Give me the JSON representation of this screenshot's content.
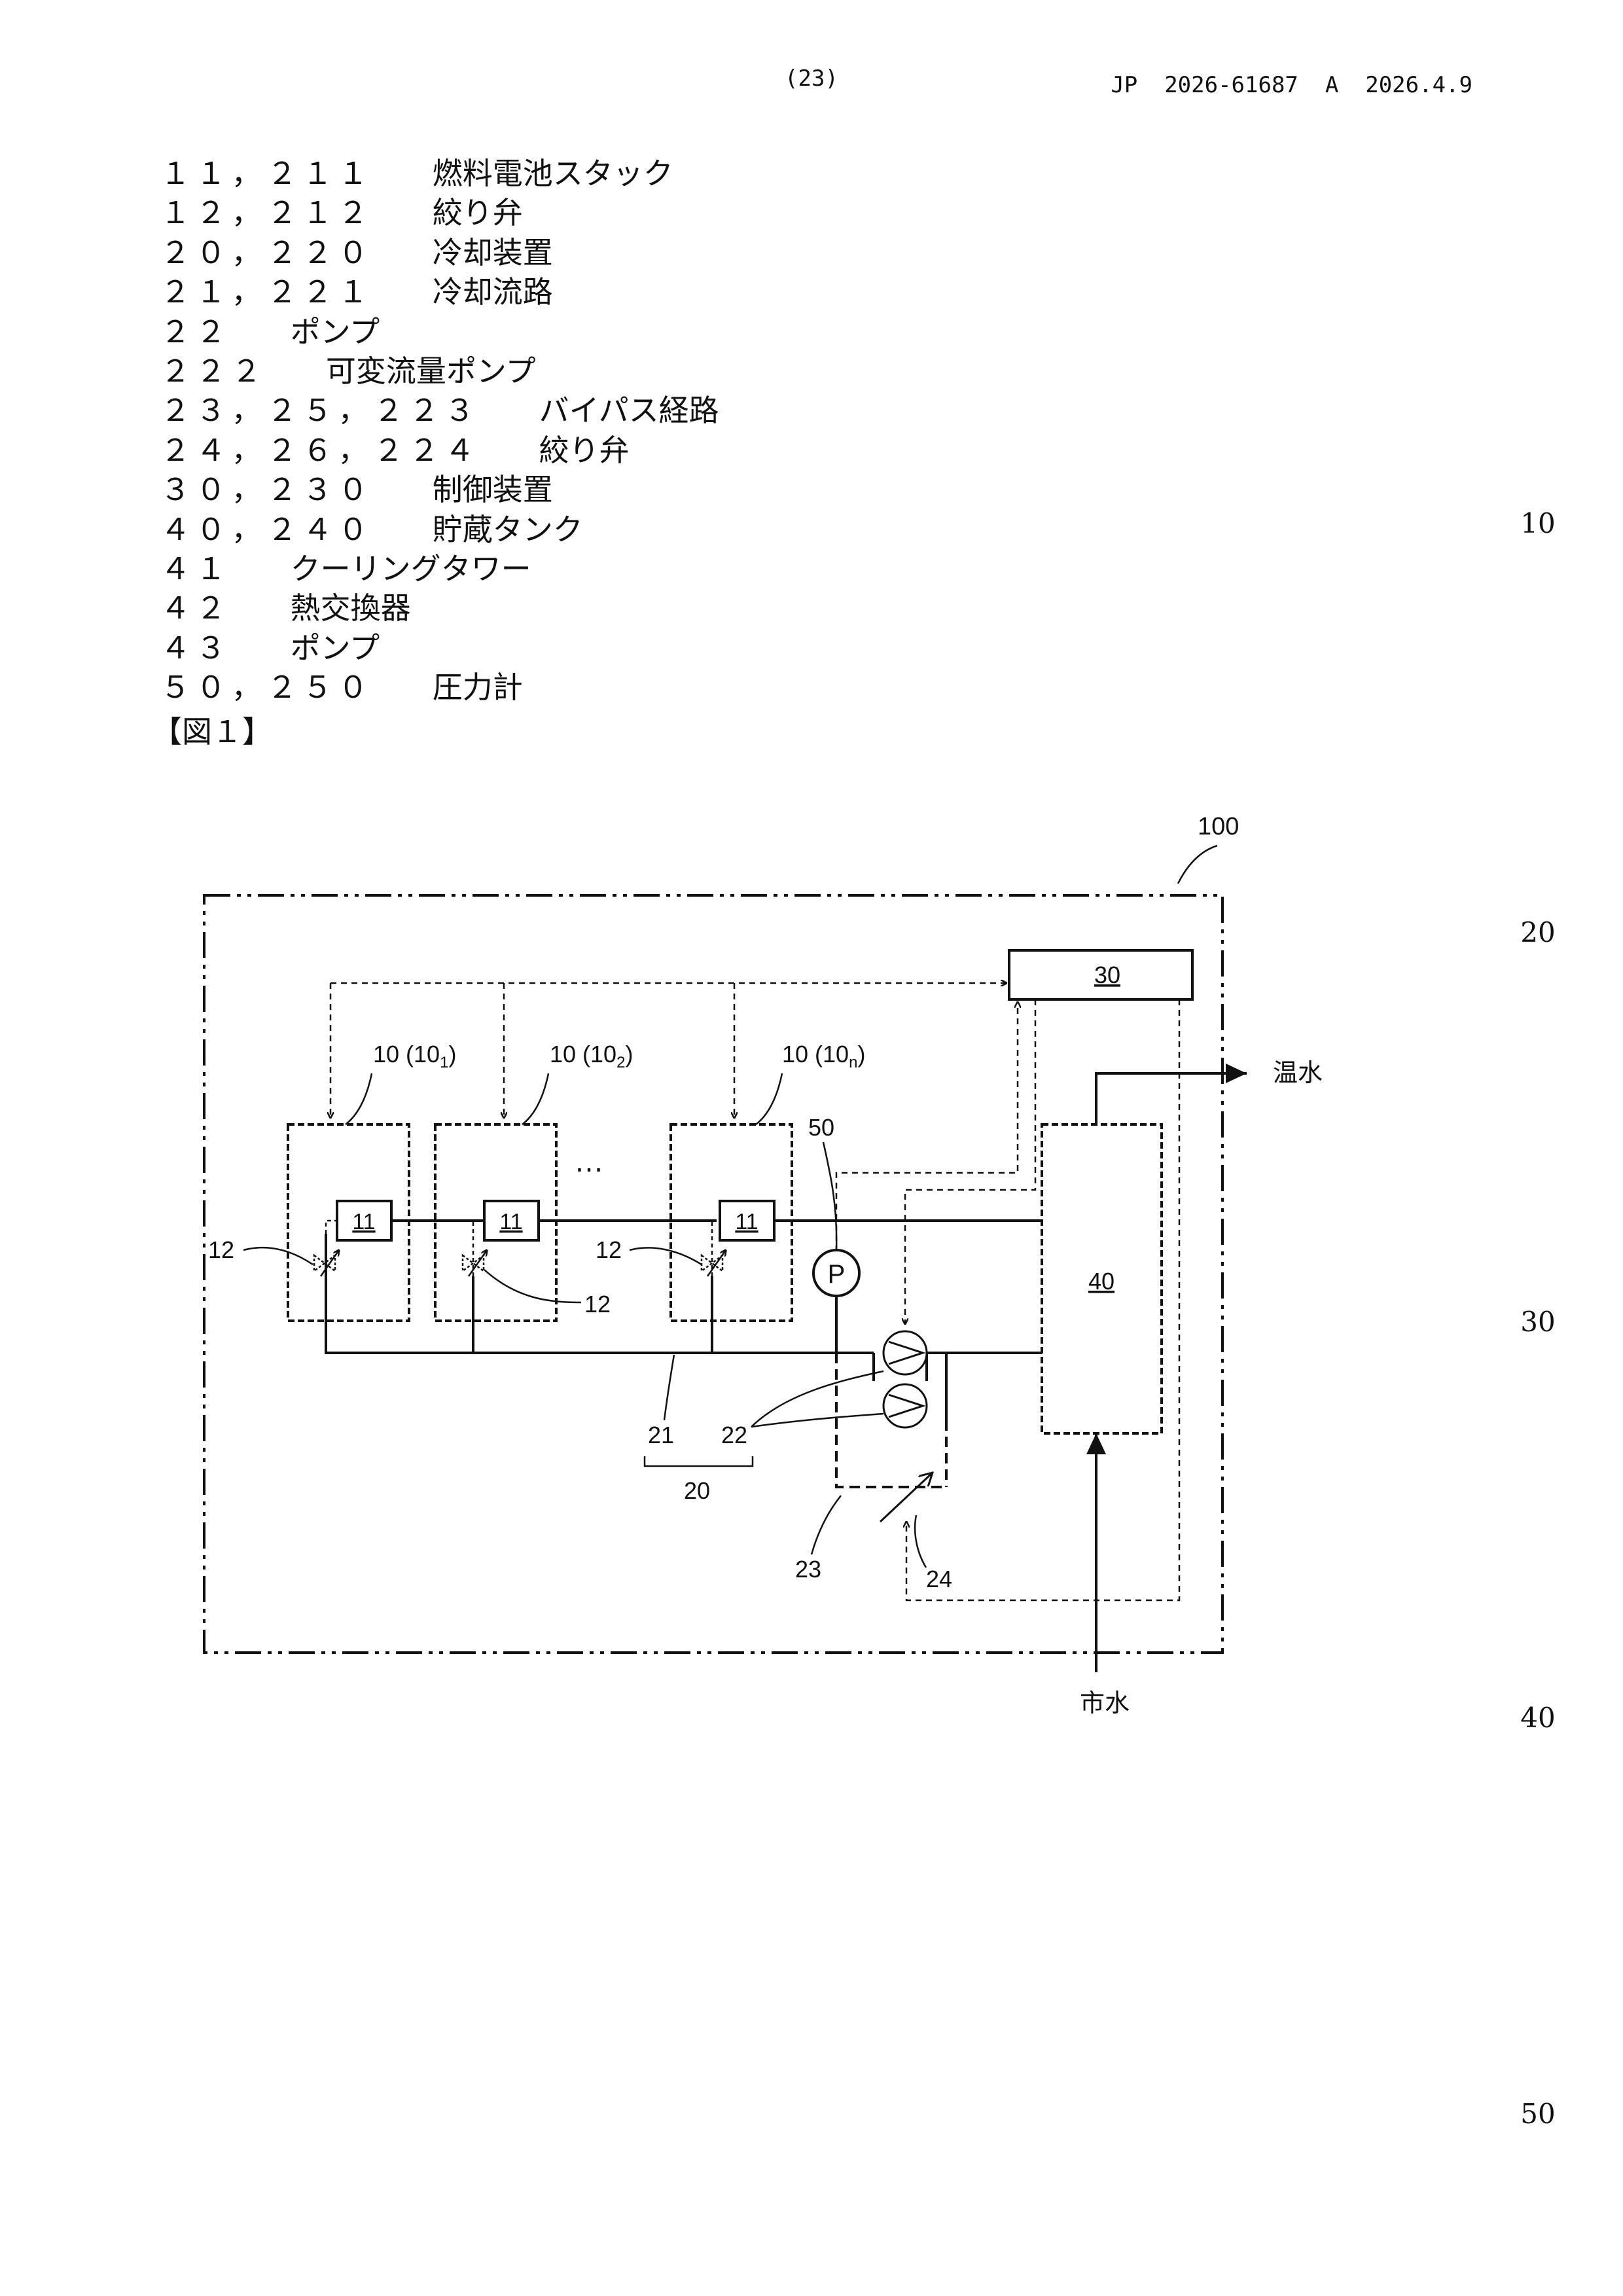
{
  "header": {
    "page_number": "(23)",
    "publication": "JP  2026-61687  A  2026.4.9"
  },
  "reference_list": [
    {
      "num": "１１，２１１",
      "label": "燃料電池スタック"
    },
    {
      "num": "１２，２１２",
      "label": "絞り弁"
    },
    {
      "num": "２０，２２０",
      "label": "冷却装置"
    },
    {
      "num": "２１，２２１",
      "label": "冷却流路"
    },
    {
      "num": "２２",
      "label": "ポンプ"
    },
    {
      "num": "２２２",
      "label": "可変流量ポンプ"
    },
    {
      "num": "２３，２５，２２３",
      "label": "バイパス経路"
    },
    {
      "num": "２４，２６，２２４",
      "label": "絞り弁"
    },
    {
      "num": "３０，２３０",
      "label": "制御装置"
    },
    {
      "num": "４０，２４０",
      "label": "貯蔵タンク"
    },
    {
      "num": "４１",
      "label": "クーリングタワー"
    },
    {
      "num": "４２",
      "label": "熱交換器"
    },
    {
      "num": "４３",
      "label": "ポンプ"
    },
    {
      "num": "５０，２５０",
      "label": "圧力計"
    }
  ],
  "figure_label": "【図１】",
  "line_numbers": [
    "10",
    "20",
    "30",
    "40",
    "50"
  ],
  "figure": {
    "system_ref": "100",
    "controller_ref": "30",
    "tank_ref": "40",
    "stack_ref": "11",
    "module_refs": [
      "10 (10",
      "10 (10",
      "10 (10"
    ],
    "module_subs": [
      "1",
      "2",
      "n"
    ],
    "module_close": ")",
    "ellipsis": "…",
    "valve_ref": "12",
    "gauge_ref": "50",
    "gauge_symbol": "P",
    "channel_ref": "21",
    "pump_ref": "22",
    "cooling_device_ref": "20",
    "bypass_ref": "23",
    "bypass_valve_ref": "24",
    "hot_water": "温水",
    "city_water": "市水"
  }
}
